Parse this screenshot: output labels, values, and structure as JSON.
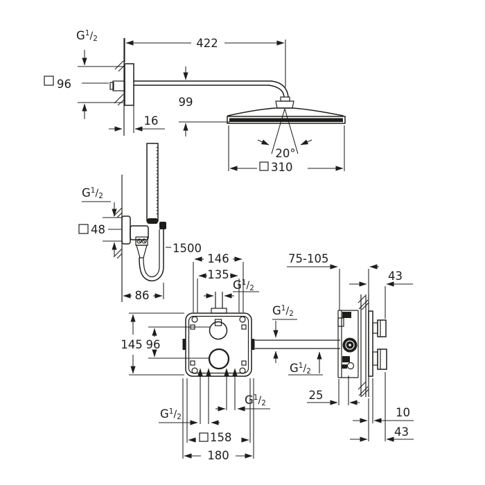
{
  "drawing": {
    "title": "Concealed shower set installation dimension drawing",
    "background": "#ffffff",
    "line_color": "#1d1d1b",
    "unit_system": "mm"
  },
  "thread": {
    "prefix": "G",
    "numerator": "1",
    "slash": "/",
    "denominator": "2"
  },
  "symbols": {
    "square": "□"
  },
  "head_shower": {
    "arm_reach": "422",
    "head_drop": "99",
    "plate_depth": "16",
    "plate_size": "96",
    "spray_angle": "20°",
    "head_size": "310"
  },
  "hand_shower": {
    "holder_size": "48",
    "hose_length": "1500",
    "holder_offset": "86"
  },
  "mixer_front": {
    "width_outer": "146",
    "width_inner": "135",
    "height": "145",
    "port_spacing": "96",
    "box_size": "158",
    "trim_size": "180"
  },
  "mixer_side": {
    "install_depth": "75-105",
    "handle_depth_top": "43",
    "min_recess": "25",
    "trim_gap": "10",
    "handle_depth_bottom": "43"
  }
}
